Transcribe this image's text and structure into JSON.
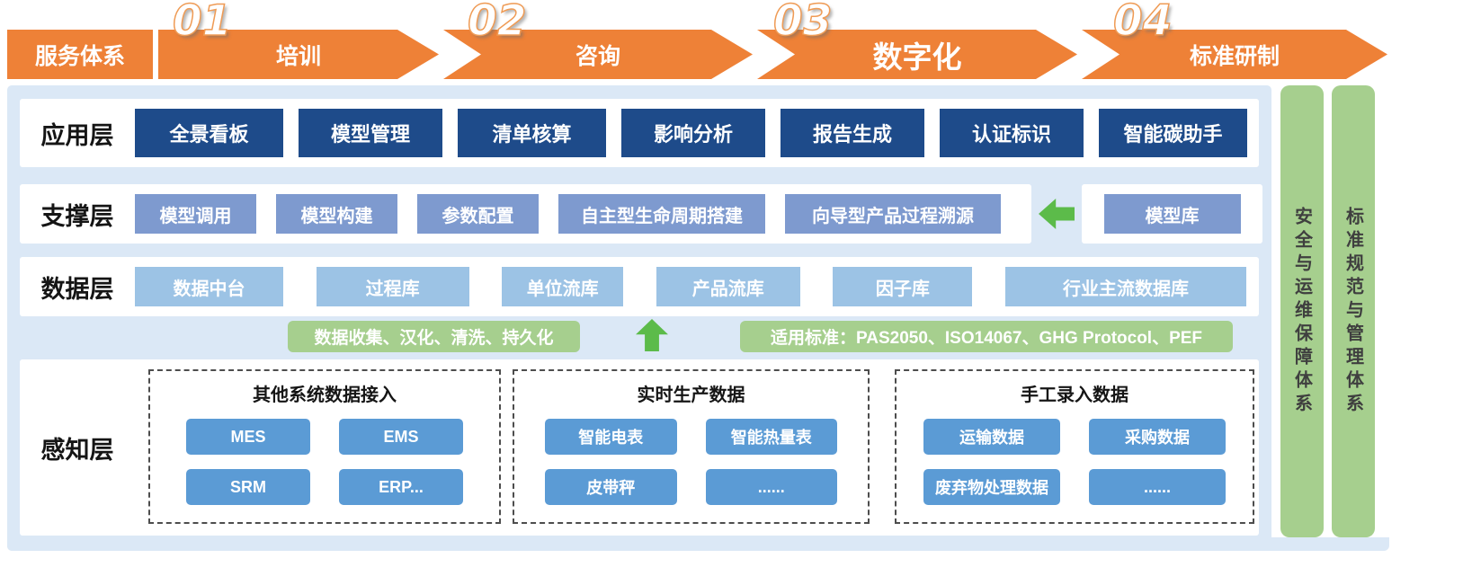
{
  "banner": {
    "service_label": "服务体系",
    "steps": [
      {
        "num": "01",
        "label": "培训"
      },
      {
        "num": "02",
        "label": "咨询"
      },
      {
        "num": "03",
        "label": "数字化"
      },
      {
        "num": "04",
        "label": "标准研制"
      }
    ]
  },
  "layers": {
    "application": {
      "label": "应用层",
      "items": [
        "全景看板",
        "模型管理",
        "清单核算",
        "影响分析",
        "报告生成",
        "认证标识",
        "智能碳助手"
      ]
    },
    "support": {
      "label": "支撑层",
      "items": [
        "模型调用",
        "模型构建",
        "参数配置",
        "自主型生命周期搭建",
        "向导型产品过程溯源"
      ],
      "library": "模型库"
    },
    "data": {
      "label": "数据层",
      "items": [
        "数据中台",
        "过程库",
        "单位流库",
        "产品流库",
        "因子库",
        "行业主流数据库"
      ]
    },
    "pipeline": {
      "collect": "数据收集、汉化、清洗、持久化",
      "standards": "适用标准：PAS2050、ISO14067、GHG Protocol、PEF"
    },
    "perception": {
      "label": "感知层",
      "groups": [
        {
          "title": "其他系统数据接入",
          "items": [
            "MES",
            "EMS",
            "SRM",
            "ERP..."
          ]
        },
        {
          "title": "实时生产数据",
          "items": [
            "智能电表",
            "智能热量表",
            "皮带秤",
            "......"
          ]
        },
        {
          "title": "手工录入数据",
          "items": [
            "运输数据",
            "采购数据",
            "废弃物处理数据",
            "......"
          ]
        }
      ]
    }
  },
  "sidebars": [
    {
      "label": "安全与运维保障体系"
    },
    {
      "label": "标准规范与管理体系"
    }
  ],
  "colors": {
    "orange": "#EE8137",
    "app_button": "#1E4B8A",
    "support_button": "#7E9ACF",
    "data_button": "#9CC3E5",
    "perception_button": "#5B9BD5",
    "green_box": "#A6CF8E",
    "green_arrow": "#5CBB4A",
    "panel_bg": "#DBE8F6"
  }
}
